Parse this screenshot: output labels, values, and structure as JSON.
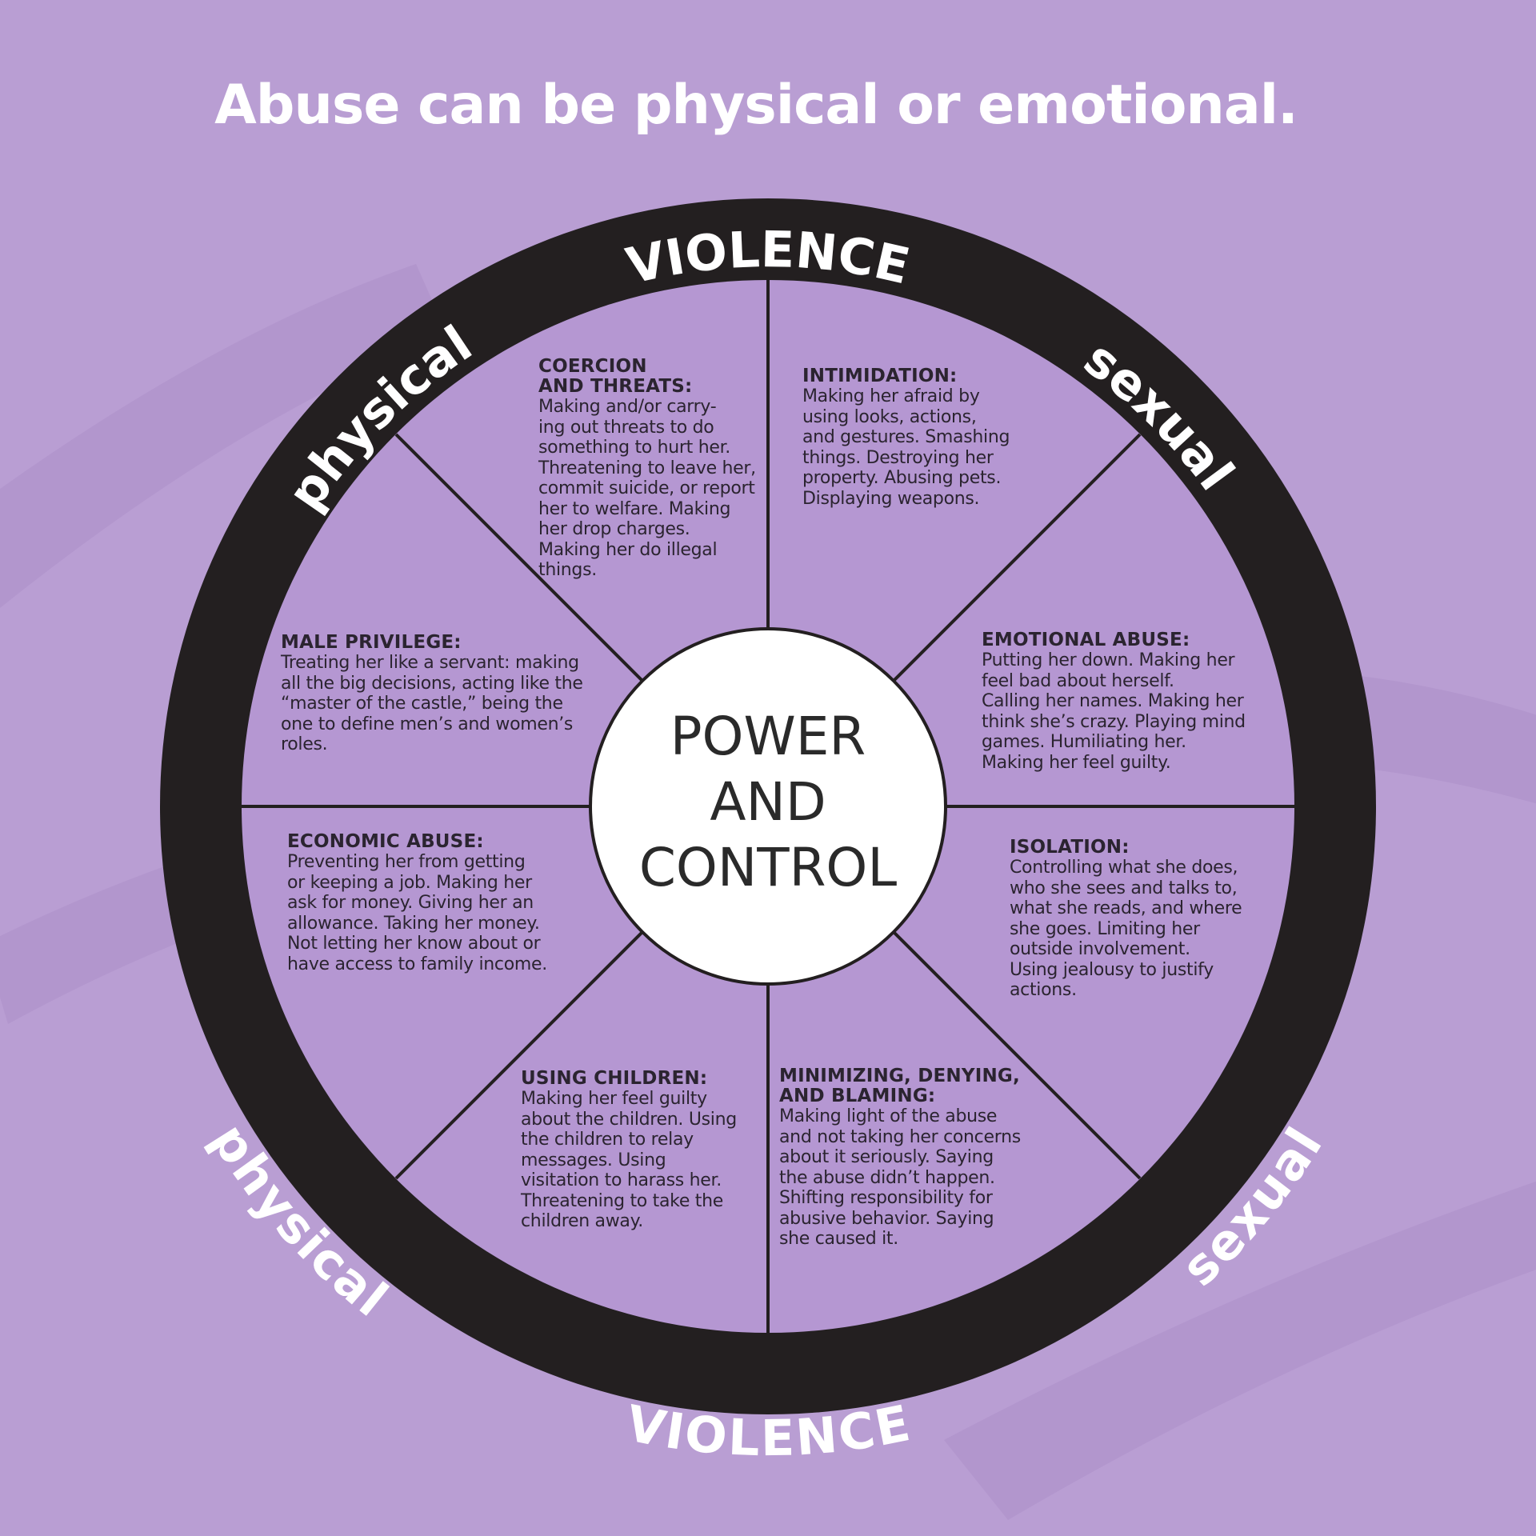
{
  "headline": "Abuse can be physical or emotional.",
  "colors": {
    "background": "#b99ed3",
    "wheel_fill": "#b597d2",
    "rim": "#231f20",
    "hub": "#ffffff",
    "text": "#2b2430",
    "rim_text": "#ffffff"
  },
  "rim_labels": {
    "top": "VIOLENCE",
    "top_left": "physical",
    "top_right": "sexual",
    "bottom": "VIOLENCE",
    "bottom_left": "physical",
    "bottom_right": "sexual"
  },
  "hub": {
    "text": "POWER\nAND\nCONTROL"
  },
  "segments": [
    {
      "key": "coercion",
      "heading": "COERCION\nAND THREATS:",
      "body": "Making and/or carry-\ning out threats to do\nsomething to hurt her.\nThreatening to leave her,\ncommit suicide, or report\nher to welfare.  Making\nher drop charges.\nMaking her do illegal\nthings."
    },
    {
      "key": "intimidation",
      "heading": "INTIMIDATION:",
      "body": "Making her afraid by\nusing looks, actions,\nand gestures.  Smashing\nthings.  Destroying her\nproperty.  Abusing pets.\nDisplaying weapons."
    },
    {
      "key": "emotional",
      "heading": "EMOTIONAL ABUSE:",
      "body": "Putting her down.  Making her\nfeel bad about herself.\nCalling her names.  Making her\nthink she’s crazy.  Playing mind\ngames.  Humiliating her.\nMaking her feel guilty."
    },
    {
      "key": "isolation",
      "heading": "ISOLATION:",
      "body": "Controlling what she does,\nwho she sees and talks to,\nwhat she reads, and where\nshe goes.  Limiting her\noutside involvement.\nUsing jealousy to justify\nactions."
    },
    {
      "key": "minimizing",
      "heading": "MINIMIZING, DENYING,\nAND BLAMING:",
      "body": "Making light of the abuse\nand not taking her concerns\nabout it seriously.  Saying\nthe abuse didn’t happen.\nShifting responsibility for\nabusive behavior.  Saying\nshe caused it."
    },
    {
      "key": "children",
      "heading": "USING CHILDREN:",
      "body": "Making her feel guilty\nabout the children.  Using\nthe children to relay\nmessages.  Using\nvisitation to harass her.\nThreatening to take the\nchildren away."
    },
    {
      "key": "economic",
      "heading": "ECONOMIC ABUSE:",
      "body": "Preventing her from getting\nor keeping a job.  Making her\nask for money.  Giving her an\nallowance.  Taking her money.\nNot letting her know about or\nhave access to family income."
    },
    {
      "key": "privilege",
      "heading": "MALE PRIVILEGE:",
      "body": "Treating her like a servant: making\nall the big decisions, acting like the\n“master of the castle,” being the\none to define men’s and women’s\nroles."
    }
  ]
}
